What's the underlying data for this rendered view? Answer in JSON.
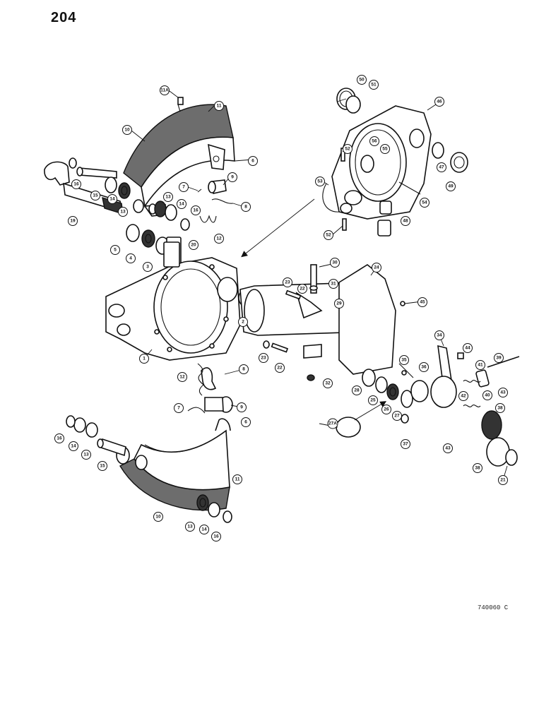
{
  "page": {
    "number": "204",
    "drawing_id": "740060 C"
  },
  "callouts": [
    {
      "label": "11A"
    },
    {
      "label": "11"
    },
    {
      "label": "10"
    },
    {
      "label": "6"
    },
    {
      "label": "9"
    },
    {
      "label": "7"
    },
    {
      "label": "8"
    },
    {
      "label": "16"
    },
    {
      "label": "15"
    },
    {
      "label": "14"
    },
    {
      "label": "13"
    },
    {
      "label": "13"
    },
    {
      "label": "14"
    },
    {
      "label": "16"
    },
    {
      "label": "19"
    },
    {
      "label": "12"
    },
    {
      "label": "5"
    },
    {
      "label": "4"
    },
    {
      "label": "3"
    },
    {
      "label": "20"
    },
    {
      "label": "50"
    },
    {
      "label": "51"
    },
    {
      "label": "46"
    },
    {
      "label": "52"
    },
    {
      "label": "56"
    },
    {
      "label": "55"
    },
    {
      "label": "47"
    },
    {
      "label": "49"
    },
    {
      "label": "53"
    },
    {
      "label": "54"
    },
    {
      "label": "48"
    },
    {
      "label": "52"
    },
    {
      "label": "30"
    },
    {
      "label": "23"
    },
    {
      "label": "22"
    },
    {
      "label": "31"
    },
    {
      "label": "24"
    },
    {
      "label": "29"
    },
    {
      "label": "45"
    },
    {
      "label": "2"
    },
    {
      "label": "1"
    },
    {
      "label": "23"
    },
    {
      "label": "22"
    },
    {
      "label": "32"
    },
    {
      "label": "34"
    },
    {
      "label": "44"
    },
    {
      "label": "39"
    },
    {
      "label": "35"
    },
    {
      "label": "36"
    },
    {
      "label": "41"
    },
    {
      "label": "28"
    },
    {
      "label": "42"
    },
    {
      "label": "40"
    },
    {
      "label": "43"
    },
    {
      "label": "38"
    },
    {
      "label": "25"
    },
    {
      "label": "26"
    },
    {
      "label": "27"
    },
    {
      "label": "27A"
    },
    {
      "label": "37"
    },
    {
      "label": "43"
    },
    {
      "label": "38"
    },
    {
      "label": "21"
    },
    {
      "label": "12"
    },
    {
      "label": "8"
    },
    {
      "label": "9"
    },
    {
      "label": "7"
    },
    {
      "label": "6"
    },
    {
      "label": "16"
    },
    {
      "label": "14"
    },
    {
      "label": "13"
    },
    {
      "label": "15"
    },
    {
      "label": "11"
    },
    {
      "label": "10"
    },
    {
      "label": "13"
    },
    {
      "label": "14"
    },
    {
      "label": "16"
    }
  ]
}
